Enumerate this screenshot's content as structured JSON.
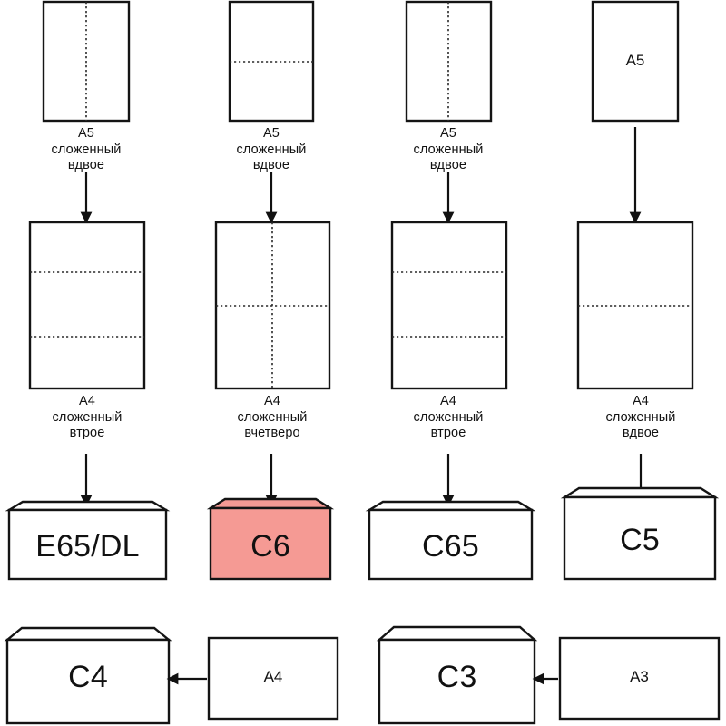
{
  "diagram": {
    "title": "Envelope and paper folding size chart",
    "language": "ru",
    "colors": {
      "stroke": "#141414",
      "fold": "#2a2a2a",
      "highlight": "#f59a94",
      "background": "#ffffff"
    }
  },
  "row1": {
    "sheets": [
      {
        "name": "a5-fold-vertical",
        "fold": "vertical",
        "inner_label": ""
      },
      {
        "name": "a5-fold-horizontal",
        "fold": "horizontal",
        "inner_label": ""
      },
      {
        "name": "a5-fold-vertical-2",
        "fold": "vertical",
        "inner_label": ""
      },
      {
        "name": "a5-plain",
        "fold": "none",
        "inner_label": "A5"
      }
    ],
    "captions": [
      "A5\nсложенный\nвдвое",
      "A5\nсложенный\nвдвое",
      "A5\nсложенный\nвдвое",
      ""
    ]
  },
  "row2": {
    "sheets": [
      {
        "name": "a4-fold-thirds",
        "fold": "thirds"
      },
      {
        "name": "a4-fold-quarters",
        "fold": "quarters"
      },
      {
        "name": "a4-fold-thirds-2",
        "fold": "thirds"
      },
      {
        "name": "a4-fold-half",
        "fold": "half"
      }
    ],
    "captions": [
      "A4\nсложенный\nвтрое",
      "A4\nсложенный\nвчетверо",
      "A4\nсложенный\nвтрое",
      "A4\nсложенный\nвдвое"
    ]
  },
  "row3": {
    "envelopes": [
      {
        "label": "E65/DL",
        "highlighted": false
      },
      {
        "label": "C6",
        "highlighted": true
      },
      {
        "label": "C65",
        "highlighted": false
      },
      {
        "label": "C5",
        "highlighted": false
      }
    ]
  },
  "row4": {
    "pairs": [
      {
        "envelope": "C4",
        "sheet": "A4"
      },
      {
        "envelope": "C3",
        "sheet": "A3"
      }
    ]
  }
}
